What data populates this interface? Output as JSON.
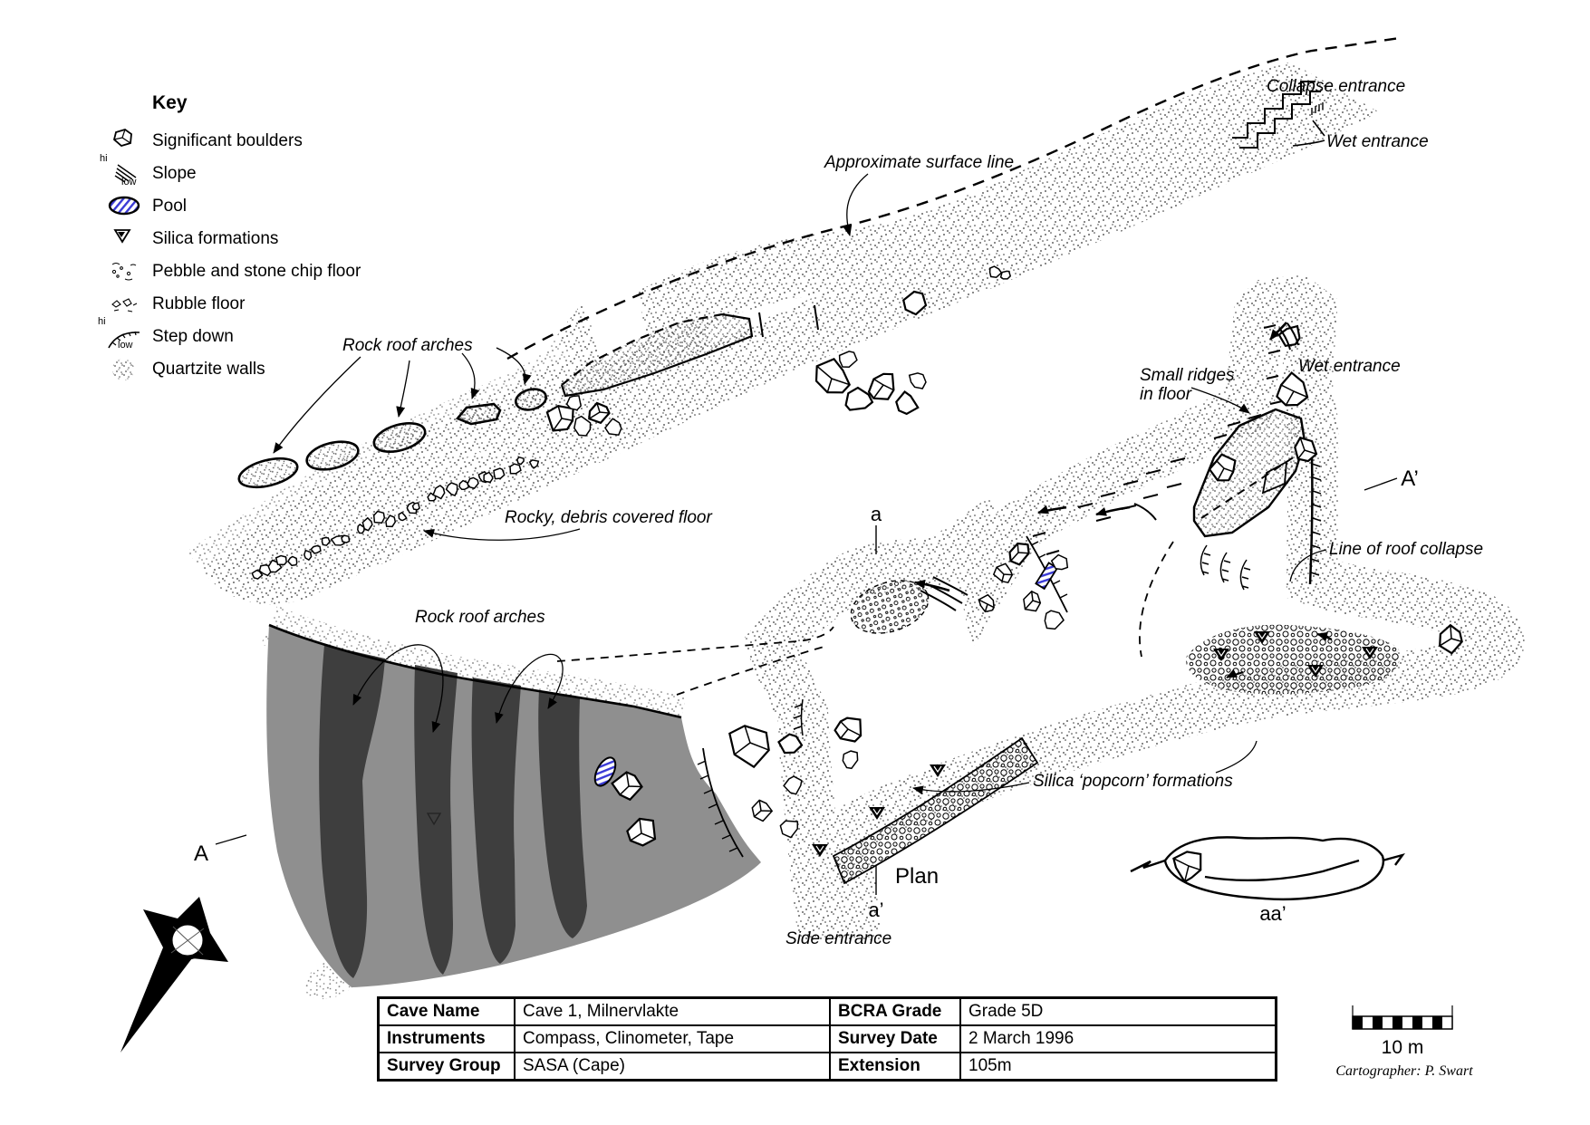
{
  "legend": {
    "title": "Key",
    "items": [
      {
        "label": "Significant boulders",
        "icon": "boulder-icon"
      },
      {
        "label": "Slope",
        "icon": "slope-icon",
        "hi": "hi",
        "low": "low"
      },
      {
        "label": "Pool",
        "icon": "pool-icon"
      },
      {
        "label": "Silica formations",
        "icon": "silica-icon"
      },
      {
        "label": "Pebble and stone chip floor",
        "icon": "pebble-floor-icon"
      },
      {
        "label": "Rubble floor",
        "icon": "rubble-floor-icon"
      },
      {
        "label": "Step down",
        "icon": "step-down-icon",
        "hi": "hi",
        "low": "low"
      },
      {
        "label": "Quartzite walls",
        "icon": "quartzite-icon"
      }
    ]
  },
  "map_labels": {
    "approximate_surface_line": "Approximate surface line",
    "collapse_entrance": "Collapse entrance",
    "wet_entrance_top": "Wet entrance",
    "wet_entrance_right": "Wet entrance",
    "rock_roof_arches_upper": "Rock roof arches",
    "rock_roof_arches_lower": "Rock roof arches",
    "rocky_debris_floor": "Rocky, debris covered floor",
    "small_ridges_line1": "Small ridges",
    "small_ridges_line2": "in floor",
    "line_of_roof_collapse": "Line of roof collapse",
    "silica_popcorn": "Silica ‘popcorn’ formations",
    "side_entrance": "Side entrance",
    "plan": "Plan",
    "a": "a",
    "a_prime": "a’",
    "aa_prime": "aa’",
    "A": "A",
    "A_prime": "A’"
  },
  "survey_table": {
    "rows": [
      {
        "c1": "Cave Name",
        "c2": "Cave 1, Milnervlakte",
        "c3": "BCRA Grade",
        "c4": "Grade 5D"
      },
      {
        "c1": "Instruments",
        "c2": "Compass, Clinometer, Tape",
        "c3": "Survey Date",
        "c4": "2 March 1996"
      },
      {
        "c1": "Survey Group",
        "c2": "SASA (Cape)",
        "c3": "Extension",
        "c4": "105m"
      }
    ]
  },
  "scale_bar": {
    "label": "10 m"
  },
  "credit": "Cartographer: P. Swart",
  "colors": {
    "chamber_grey": "#8f8f8f",
    "arch_dark": "#3e3e3e",
    "pool_blue": "#3a3ad6"
  }
}
